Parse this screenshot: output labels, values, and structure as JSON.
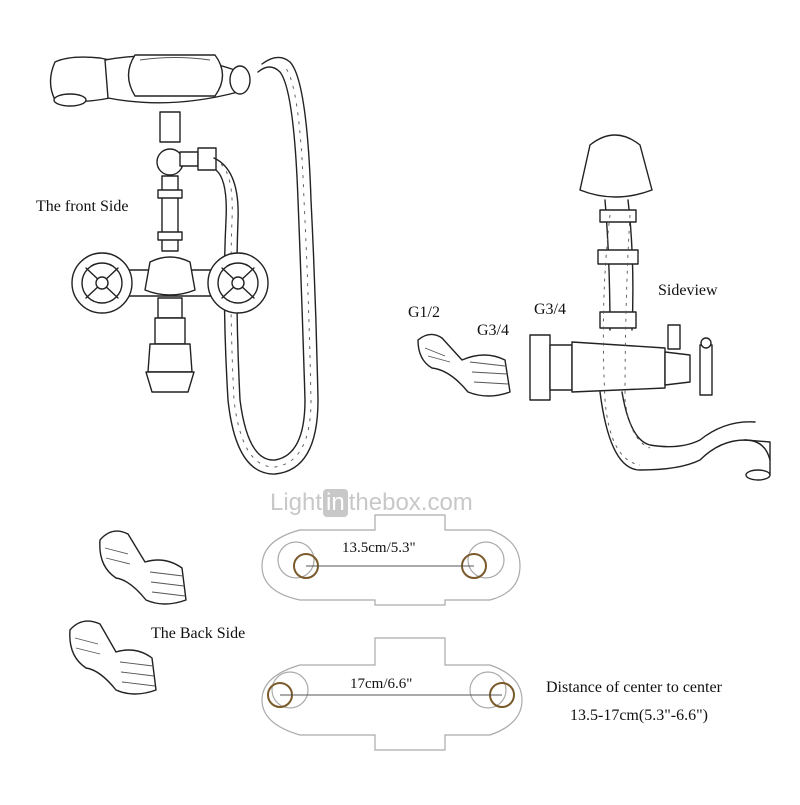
{
  "labels": {
    "front_side": "The front Side",
    "thread_g12": "G1/2",
    "thread_g34_adapter": "G3/4",
    "thread_g34_body": "G3/4",
    "sideview": "Sideview",
    "back_side": "The Back Side",
    "distance_line1": "Distance of center to center",
    "distance_line2": "13.5-17cm(5.3\"-6.6\")",
    "measure_min": "13.5cm/5.3\"",
    "measure_max": "17cm/6.6\""
  },
  "watermark": {
    "part1": "Light",
    "part2": "in",
    "part3": "thebox.com"
  },
  "colors": {
    "line": "#222222",
    "ring": "#7a5a2a",
    "watermark": "#c8c8c8"
  }
}
